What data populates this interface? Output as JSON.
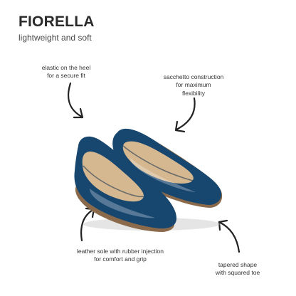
{
  "header": {
    "title": "FIORELLA",
    "subtitle": "lightweight and soft"
  },
  "annotations": {
    "heel": {
      "line1": "elastic on the heel",
      "line2": "for a secure fit"
    },
    "construction": {
      "line1": "sacchetto construction",
      "line2": "for maximum",
      "line3": "flexibility"
    },
    "sole": {
      "line1": "leather sole with rubber injection",
      "line2": "for comfort and grip"
    },
    "toe": {
      "line1": "tapered shape",
      "line2": "with squared toe"
    }
  },
  "icons": {
    "arrow": "curved-arrow-icon"
  },
  "colors": {
    "leather": "#17466f",
    "lining": "#d5b790",
    "sole": "#8a6a4a"
  }
}
